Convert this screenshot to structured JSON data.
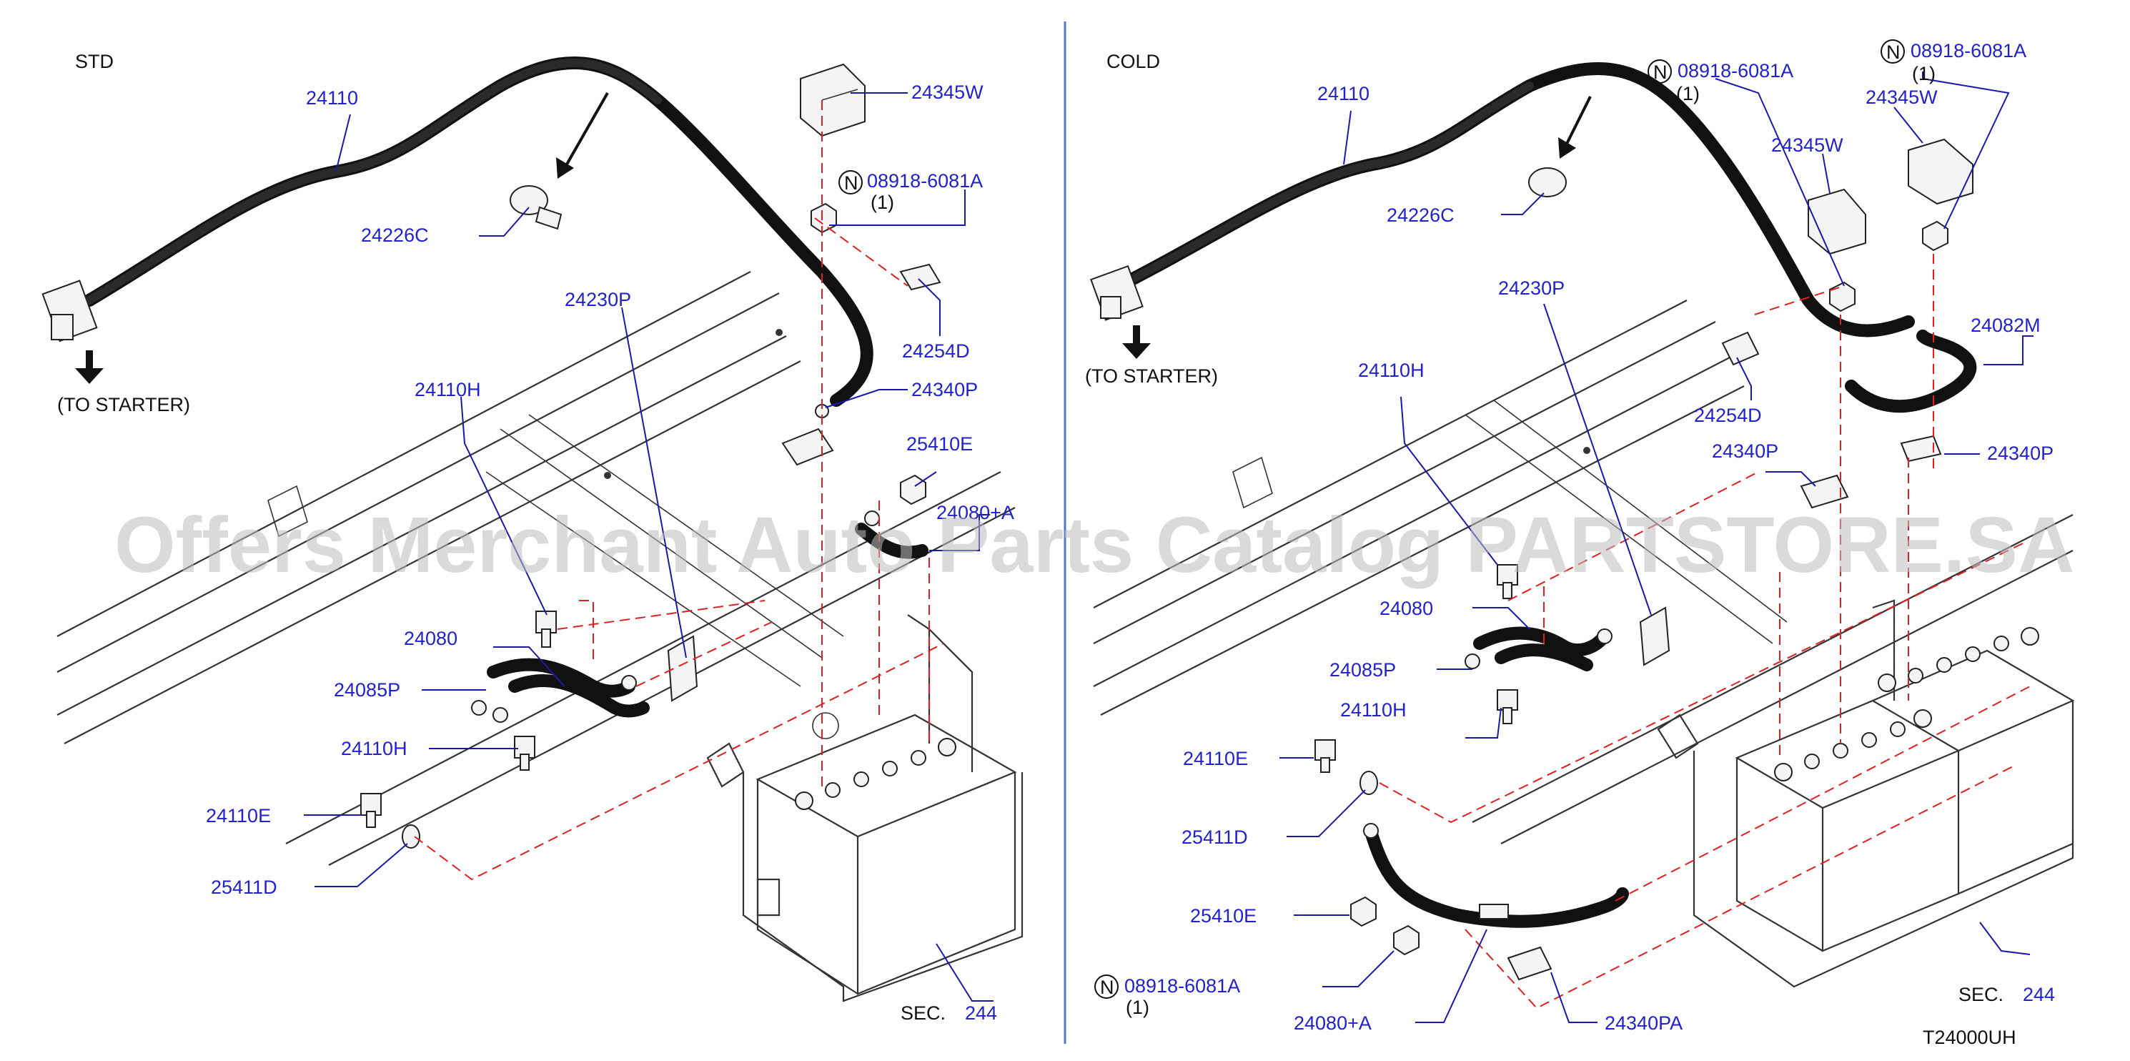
{
  "diagram_code": "T24000UH",
  "watermark": "Offers Merchant Auto Parts Catalog PARTSTORE.SA",
  "colors": {
    "label": "#2222cc",
    "leader": "#1a1aa8",
    "dashed": "#e02020",
    "divider": "#5577bb"
  },
  "left_panel": {
    "title": "STD",
    "to_starter": "(TO   STARTER)",
    "sec_prefix": "SEC.",
    "sec_number": "244",
    "labels": {
      "p24110": "24110",
      "p24226C": "24226C",
      "p24345W": "24345W",
      "pN": "08918-6081A",
      "pN_qty": "(1)",
      "p24254D": "24254D",
      "p24230P": "24230P",
      "p24110H_top": "24110H",
      "p24340P": "24340P",
      "p25410E": "25410E",
      "p24080A": "24080+A",
      "p24080": "24080",
      "p24085P": "24085P",
      "p24110H_bot": "24110H",
      "p24110E": "24110E",
      "p25411D": "25411D"
    }
  },
  "right_panel": {
    "title": "COLD",
    "to_starter": "(TO   STARTER)",
    "sec_prefix": "SEC.",
    "sec_number": "244",
    "labels": {
      "p24110": "24110",
      "p24226C": "24226C",
      "pN1": "08918-6081A",
      "pN1_qty": "(1)",
      "pN2": "08918-6081A",
      "pN2_qty": "(1)",
      "p24345W_a": "24345W",
      "p24345W_b": "24345W",
      "p24230P": "24230P",
      "p24082M": "24082M",
      "p24110H_top": "24110H",
      "p24254D": "24254D",
      "p24340P_a": "24340P",
      "p24340P_b": "24340P",
      "p24080": "24080",
      "p24085P": "24085P",
      "p24110H_bot": "24110H",
      "p24110E": "24110E",
      "p25411D": "25411D",
      "p25410E": "25410E",
      "pN3": "08918-6081A",
      "pN3_qty": "(1)",
      "p24080A": "24080+A",
      "p24340PA": "24340PA"
    }
  }
}
